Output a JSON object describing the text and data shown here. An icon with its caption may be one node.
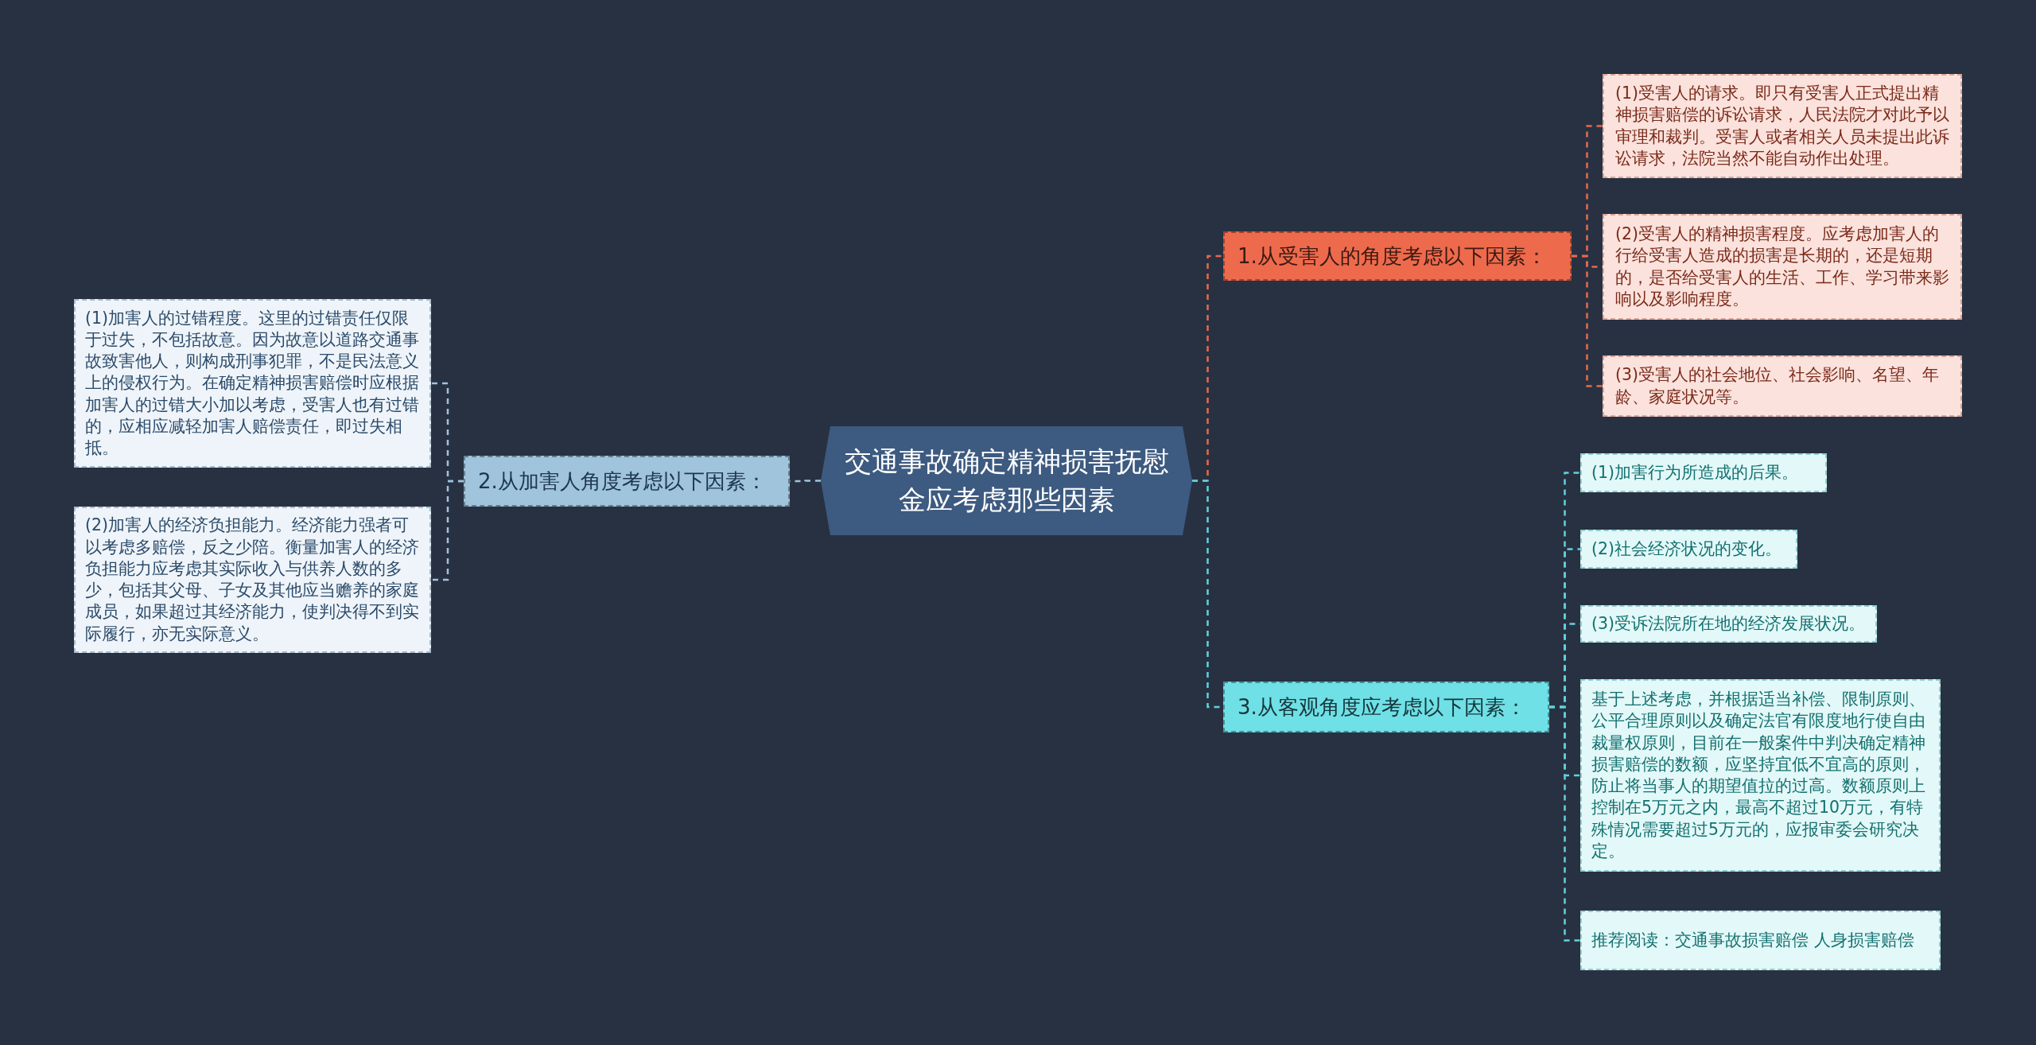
{
  "diagram": {
    "nodes": [
      {
        "text": [
          "交通事故确定精神损害抚慰金应考虑那些因素"
        ]
      },
      {
        "text": [
          "1.从受害人的角度考虑以下因素："
        ]
      },
      {
        "text": [
          "(1)受害人的请求。即只有受害人正式提出精神损害赔偿的诉讼请求，人民法院才对此予以审理和裁判。受害人或者相关人员未提出此诉讼请求，法院当然不能自动作出处理。"
        ]
      },
      {
        "text": [
          "(2)受害人的精神损害程度。应考虑加害人的行给受害人造成的损害是长期的，还是短期的，是否给受害人的生活、工作、学习带来影响以及影响程度。"
        ]
      },
      {
        "text": [
          "(3)受害人的社会地位、社会影响、名望、年龄、家庭状况等。"
        ]
      },
      {
        "text": [
          "2.从加害人角度考虑以下因素："
        ]
      },
      {
        "text": [
          "(1)加害人的过错程度。这里的过错责任仅限于过失，不包括故意。因为故意以道路交通事故致害他人，则构成刑事犯罪，不是民法意义上的侵权行为。在确定精神损害赔偿时应根据加害人的过错大小加以考虑，受害人也有过错的，应相应减轻加害人赔偿责任，即过失相抵。"
        ]
      },
      {
        "text": [
          "(2)加害人的经济负担能力。经济能力强者可以考虑多赔偿，反之少陪。衡量加害人的经济负担能力应考虑其实际收入与供养人数的多少，包括其父母、子女及其他应当赡养的家庭成员，如果超过其经济能力，使判决得不到实际履行，亦无实际意义。"
        ]
      },
      {
        "text": [
          "3.从客观角度应考虑以下因素："
        ]
      },
      {
        "text": [
          "(1)加害行为所造成的后果。"
        ]
      },
      {
        "text": [
          "(2)社会经济状况的变化。"
        ]
      },
      {
        "text": [
          "(3)受诉法院所在地的经济发展状况。"
        ]
      },
      {
        "text": [
          "基于上述考虑，并根据适当补偿、限制原则、公平合理原则以及确定法官有限度地行使自由裁量权原则，目前在一般案件中判决确定精神损害赔偿的数额，应坚持宜低不宜高的原则，防止将当事人的期望值拉的过高。数额原则上控制在5万元之内，最高不超过10万元，有特殊情况需要超过5万元的，应报审委会研究决定。"
        ]
      },
      {
        "text": [
          "推荐阅读：交通事故损害赔偿 人身损害赔偿"
        ]
      }
    ],
    "edges": [
      {
        "from": 0,
        "to": 1,
        "arrow": "none",
        "style": "dashed",
        "color": "#e8694c"
      },
      {
        "from": 1,
        "to": 2,
        "arrow": "none",
        "style": "dashed",
        "color": "#e8694c"
      },
      {
        "from": 1,
        "to": 3,
        "arrow": "none",
        "style": "dashed",
        "color": "#e8694c"
      },
      {
        "from": 1,
        "to": 4,
        "arrow": "none",
        "style": "dashed",
        "color": "#e8694c"
      },
      {
        "from": 0,
        "to": 5,
        "arrow": "none",
        "style": "dashed",
        "color": "#9fc4dc"
      },
      {
        "from": 5,
        "to": 6,
        "arrow": "none",
        "style": "dashed",
        "color": "#9fc4dc"
      },
      {
        "from": 5,
        "to": 7,
        "arrow": "none",
        "style": "dashed",
        "color": "#9fc4dc"
      },
      {
        "from": 0,
        "to": 8,
        "arrow": "none",
        "style": "dashed",
        "color": "#5fd3dc"
      },
      {
        "from": 8,
        "to": 9,
        "arrow": "none",
        "style": "dashed",
        "color": "#5fd3dc"
      },
      {
        "from": 8,
        "to": 10,
        "arrow": "none",
        "style": "dashed",
        "color": "#5fd3dc"
      },
      {
        "from": 8,
        "to": 11,
        "arrow": "none",
        "style": "dashed",
        "color": "#5fd3dc"
      },
      {
        "from": 8,
        "to": 12,
        "arrow": "none",
        "style": "dashed",
        "color": "#5fd3dc"
      },
      {
        "from": 8,
        "to": 13,
        "arrow": "none",
        "style": "dashed",
        "color": "#5fd3dc"
      }
    ]
  }
}
